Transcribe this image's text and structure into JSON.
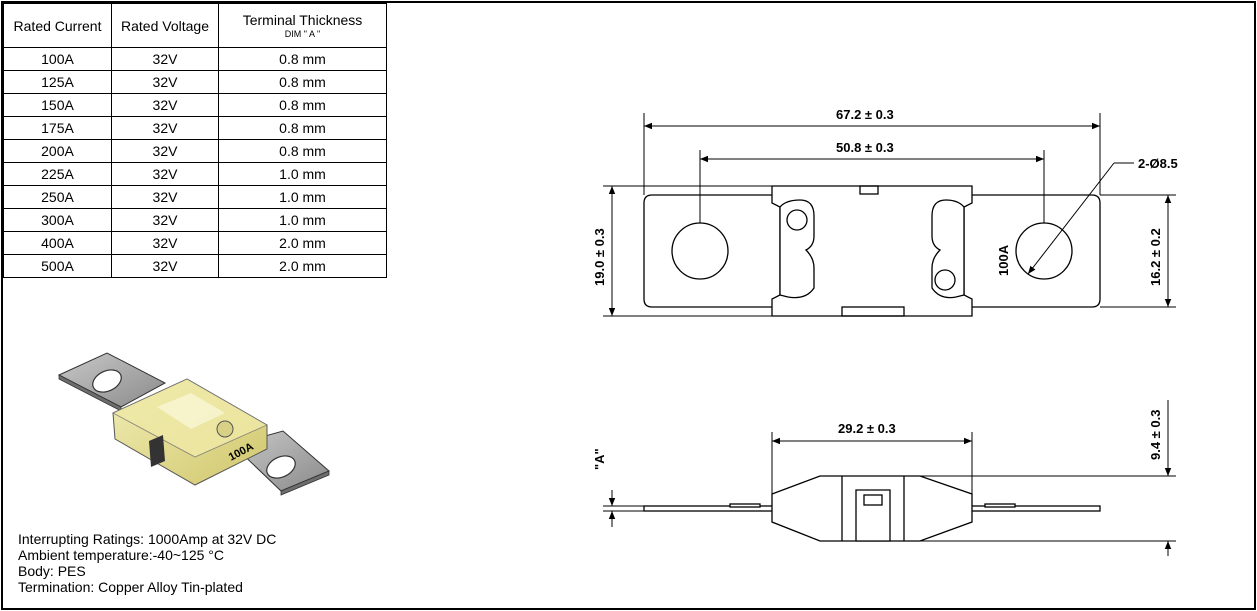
{
  "table": {
    "headers": [
      "Rated Current",
      "Rated Voltage",
      "Terminal Thickness"
    ],
    "header_sub": "DIM \" A \"",
    "rows": [
      [
        "100A",
        "32V",
        "0.8 mm"
      ],
      [
        "125A",
        "32V",
        "0.8 mm"
      ],
      [
        "150A",
        "32V",
        "0.8 mm"
      ],
      [
        "175A",
        "32V",
        "0.8 mm"
      ],
      [
        "200A",
        "32V",
        "0.8 mm"
      ],
      [
        "225A",
        "32V",
        "1.0 mm"
      ],
      [
        "250A",
        "32V",
        "1.0 mm"
      ],
      [
        "300A",
        "32V",
        "1.0 mm"
      ],
      [
        "400A",
        "32V",
        "2.0 mm"
      ],
      [
        "500A",
        "32V",
        "2.0 mm"
      ]
    ]
  },
  "notes": [
    "Interrupting Ratings: 1000Amp at 32V DC",
    "Ambient temperature:-40~125 °C",
    "Body: PES",
    "Termination: Copper Alloy Tin-plated"
  ],
  "drawing": {
    "overall_length": "67.2 ± 0.3",
    "hole_spacing": "50.8 ± 0.3",
    "hole_dia": "2-Ø8.5",
    "body_height": "19.0 ± 0.3",
    "terminal_width": "16.2 ± 0.2",
    "fuse_marking": "100A",
    "body_length": "29.2 ± 0.3",
    "thickness": "9.4 ± 0.3",
    "dim_a": "\"A\""
  },
  "photo_marking": "100A",
  "colors": {
    "fuse_body": "#e9e29a",
    "terminal": "#a3a3a3",
    "line": "#000000"
  }
}
